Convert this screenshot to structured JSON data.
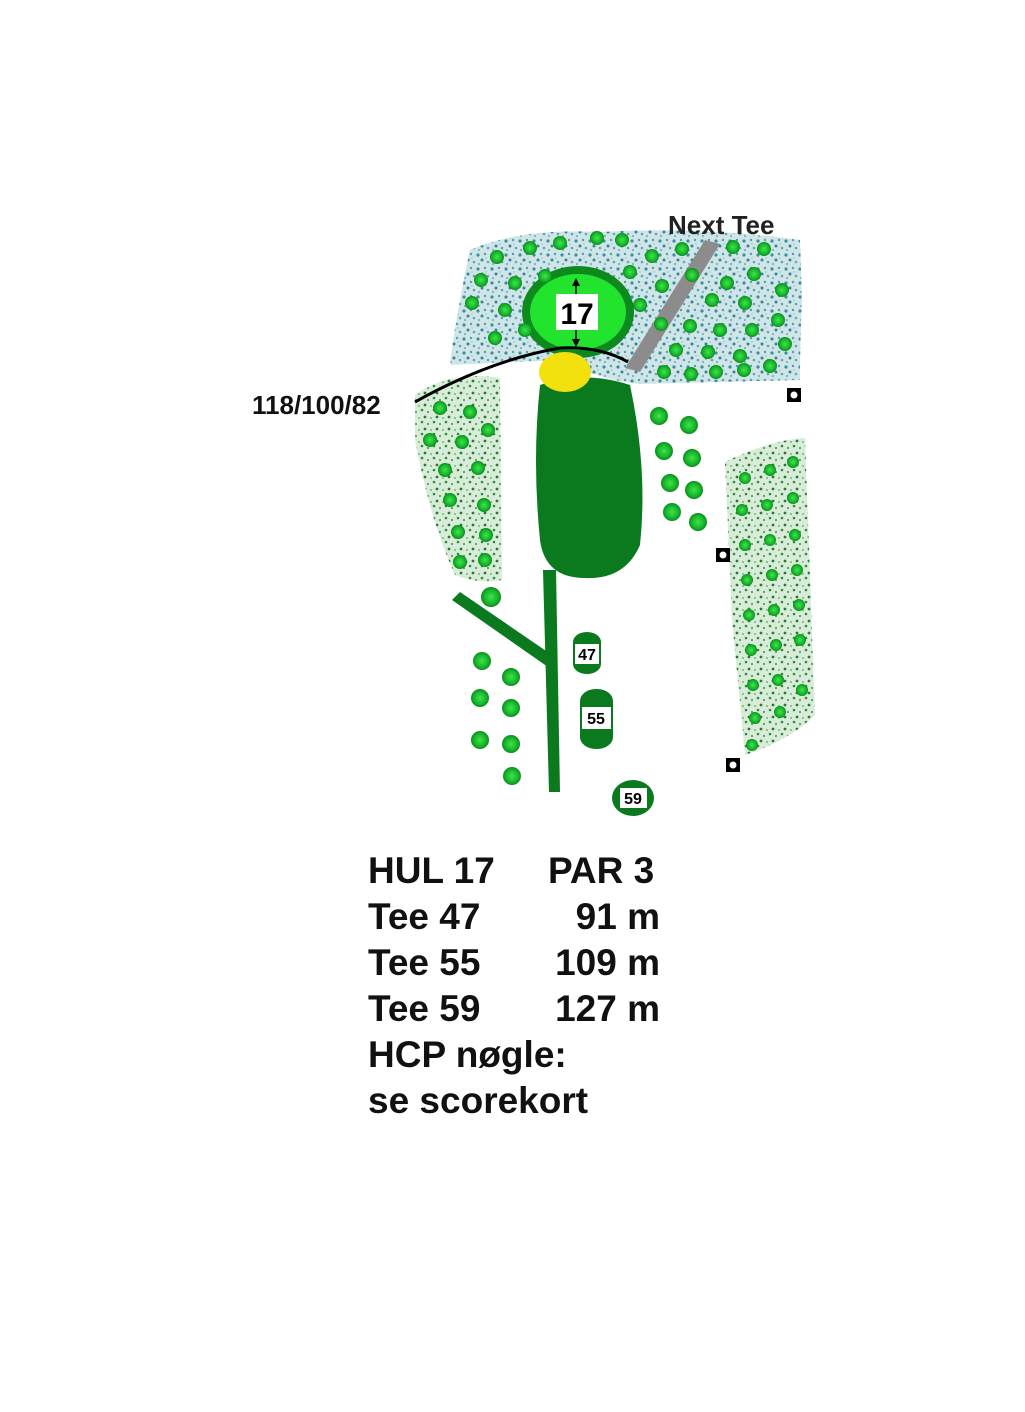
{
  "hole": {
    "number_label": "17",
    "next_tee_label": "Next Tee",
    "distance_label": "118/100/82",
    "tees": [
      {
        "label": "47"
      },
      {
        "label": "55"
      },
      {
        "label": "59"
      }
    ]
  },
  "info": {
    "hole_label": "HUL 17",
    "par_label": "PAR 3",
    "tee_rows": [
      {
        "tee": "Tee 47",
        "length": "91 m"
      },
      {
        "tee": "Tee 55",
        "length": "109 m"
      },
      {
        "tee": "Tee 59",
        "length": "127 m"
      }
    ],
    "hcp_line1": "HCP nøgle:",
    "hcp_line2": "se scorekort"
  },
  "colors": {
    "fairway": "#0b7a1e",
    "green": "#22e42f",
    "bunker": "#f3e10e",
    "water": "#3d8fa0",
    "path": "#8c8c8c",
    "tree": "#16b52a"
  }
}
